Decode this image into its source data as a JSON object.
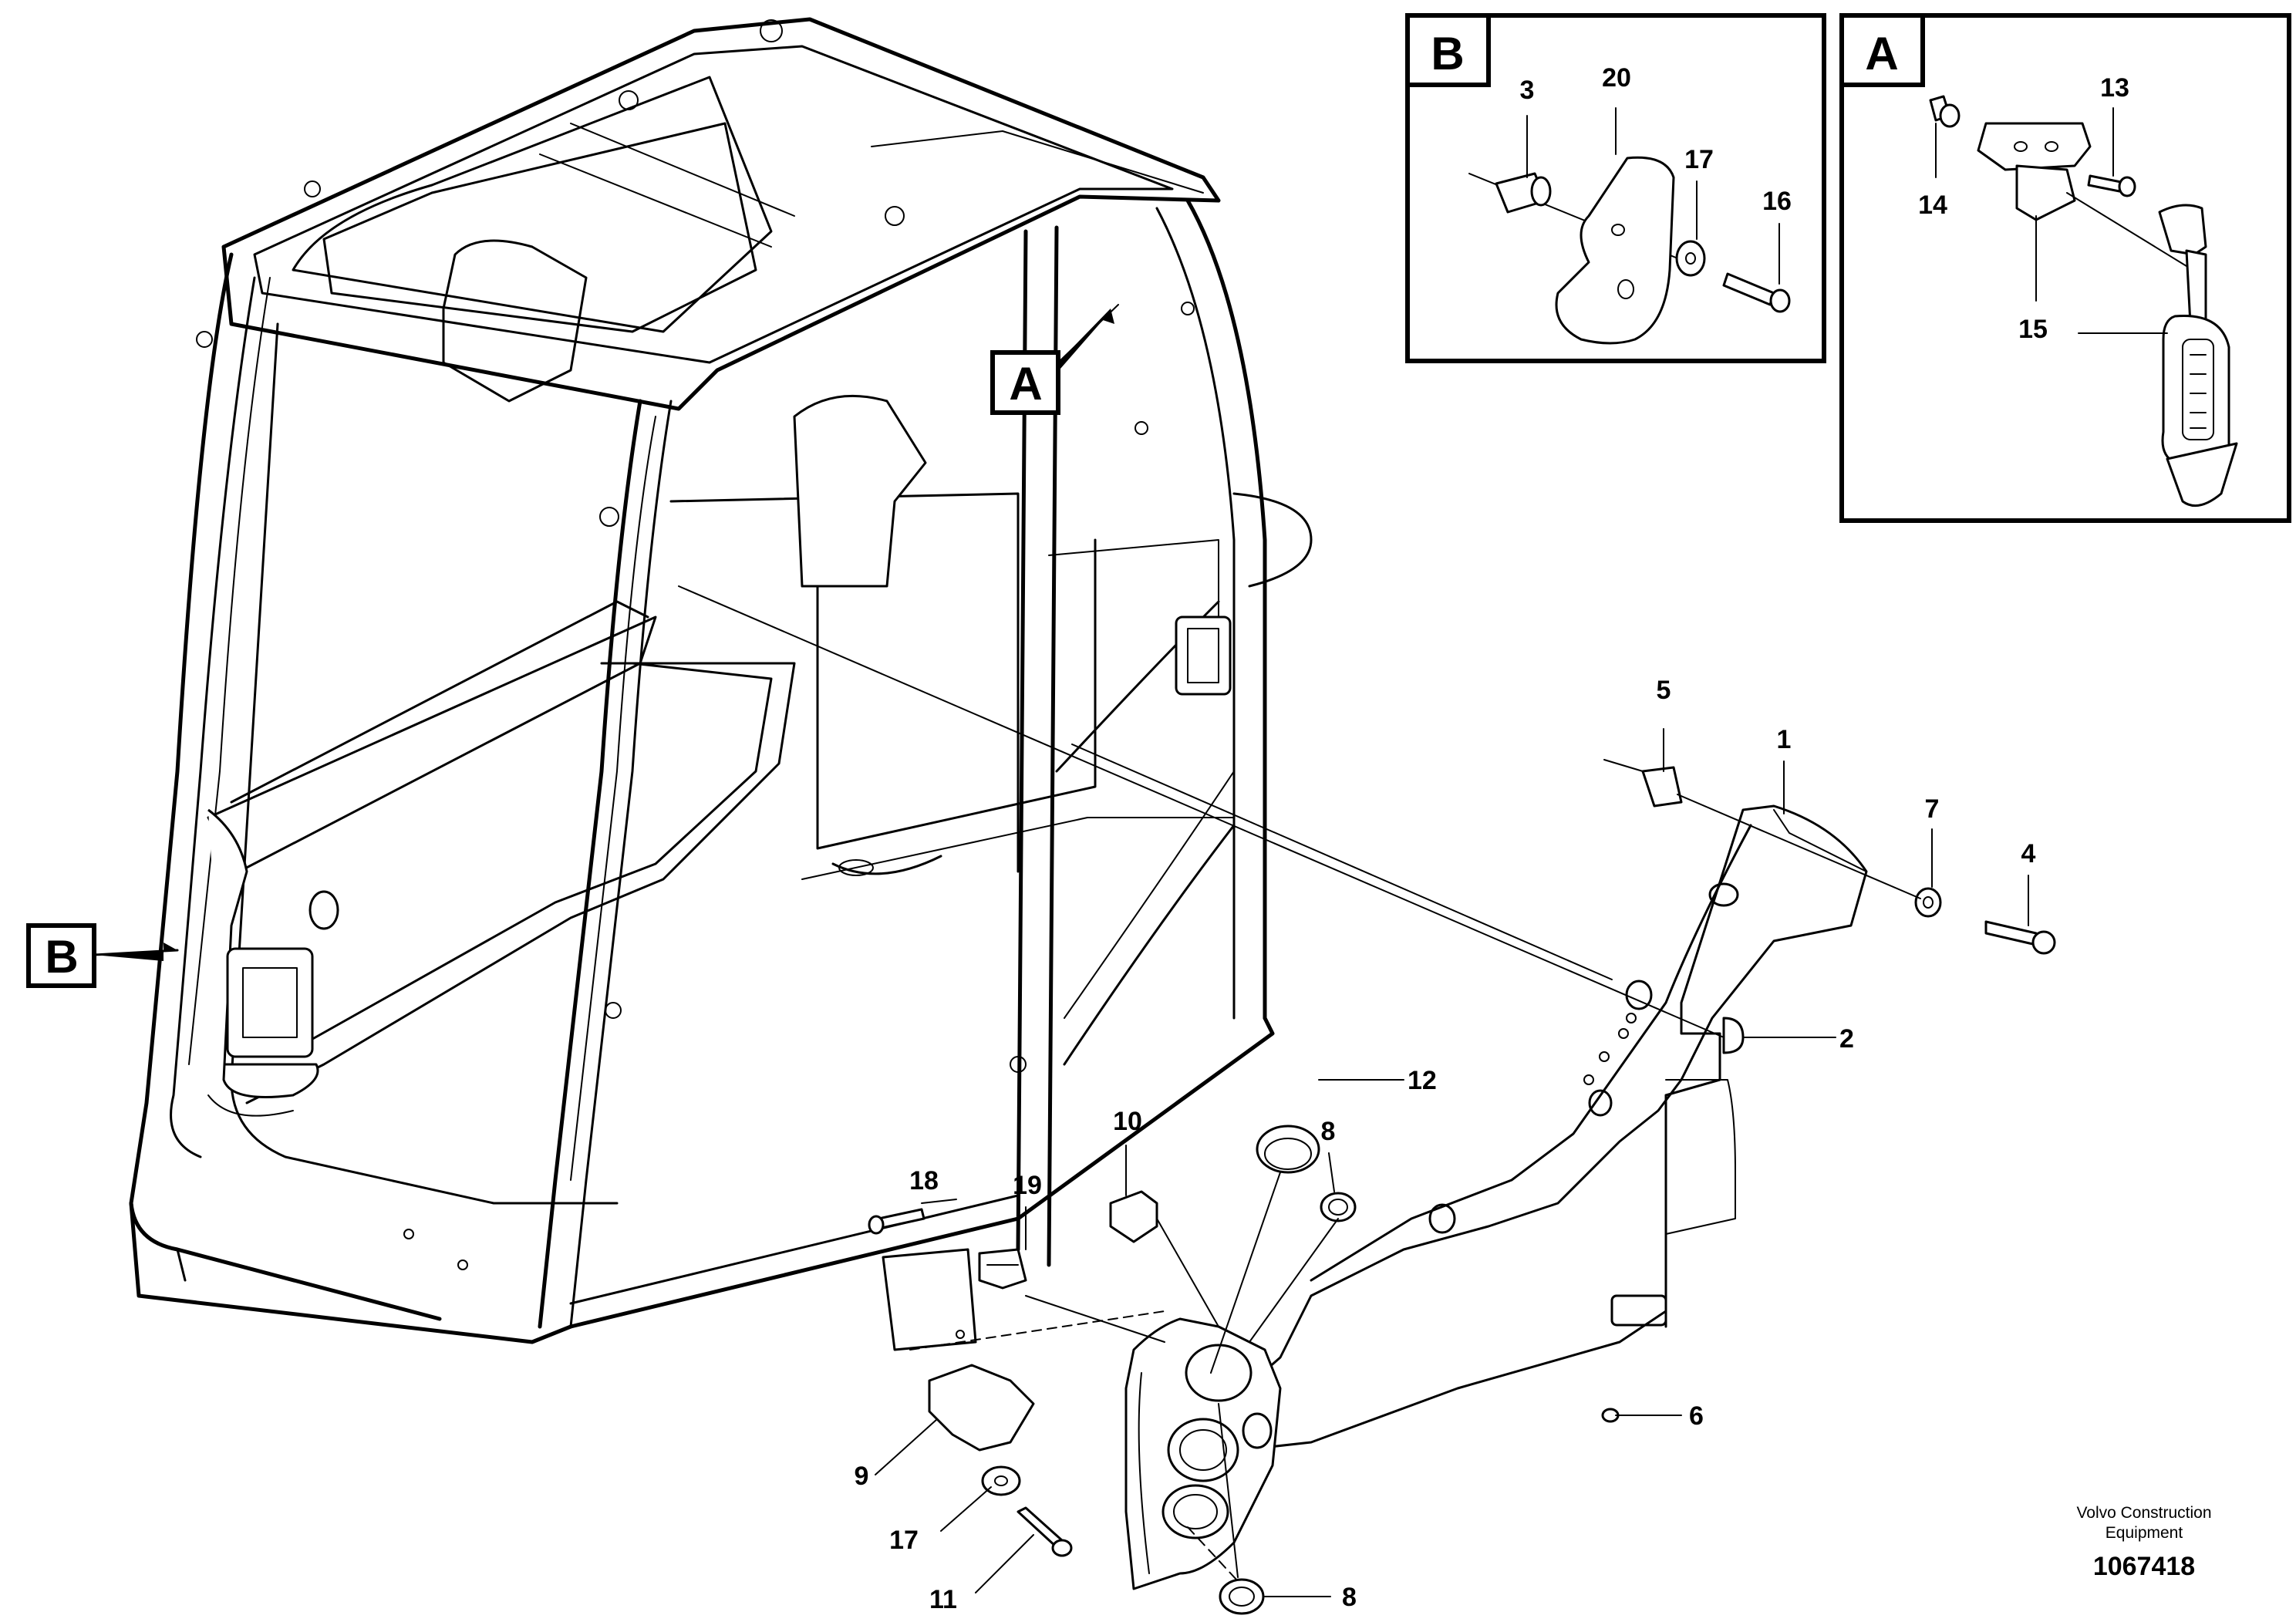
{
  "detail_boxes": {
    "B": {
      "label": "B",
      "callouts": [
        "3",
        "20",
        "17",
        "16"
      ]
    },
    "A": {
      "label": "A",
      "callouts": [
        "13",
        "14",
        "15"
      ]
    }
  },
  "main_refs": {
    "A": "A",
    "B": "B"
  },
  "callouts": {
    "c1": "1",
    "c2": "2",
    "c4": "4",
    "c5": "5",
    "c6": "6",
    "c7": "7",
    "c8a": "8",
    "c8b": "8",
    "c9": "9",
    "c10": "10",
    "c11": "11",
    "c12": "12",
    "c17": "17",
    "c18": "18",
    "c19": "19"
  },
  "footer": {
    "company_line1": "Volvo Construction",
    "company_line2": "Equipment",
    "doc_number": "1067418"
  }
}
